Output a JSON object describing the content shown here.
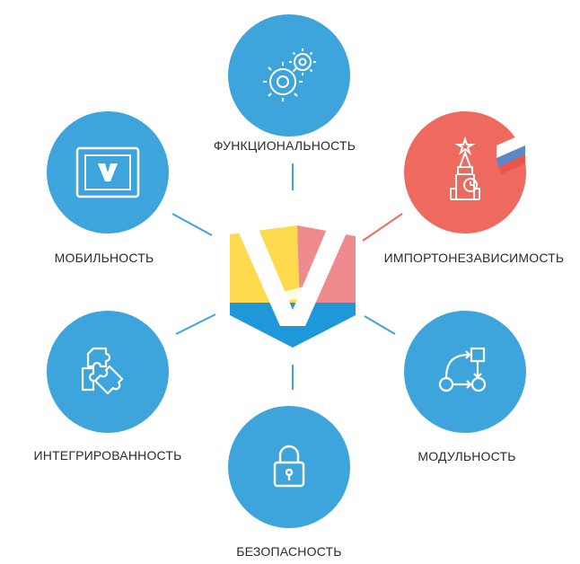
{
  "colors": {
    "blue": "#3da4dc",
    "red": "#ee6a5e",
    "yellow": "#ffd94e",
    "pink": "#ef8a8f",
    "logo_blue": "#1e98d8",
    "white": "#ffffff",
    "line_blue": "#3da4dc",
    "line_red": "#ee6a5e"
  },
  "nodes": {
    "functionality": {
      "label": "ФУНКЦИОНАЛЬНОСТЬ",
      "icon": "gears-icon"
    },
    "import_independence": {
      "label": "ИМПОРТОНЕЗАВИСИМОСТЬ",
      "icon": "kremlin-tower-clock-icon"
    },
    "modularity": {
      "label": "МОДУЛЬНОСТЬ",
      "icon": "workflow-diagram-icon"
    },
    "security": {
      "label": "БЕЗОПАСНОСТЬ",
      "icon": "padlock-icon"
    },
    "integration": {
      "label": "ИНТЕГРИРОВАННОСТЬ",
      "icon": "puzzle-pieces-icon"
    },
    "mobility": {
      "label": "МОБИЛЬНОСТЬ",
      "icon": "tablet-screen-icon"
    }
  },
  "center_logo": {
    "icon": "v-logo-icon"
  }
}
